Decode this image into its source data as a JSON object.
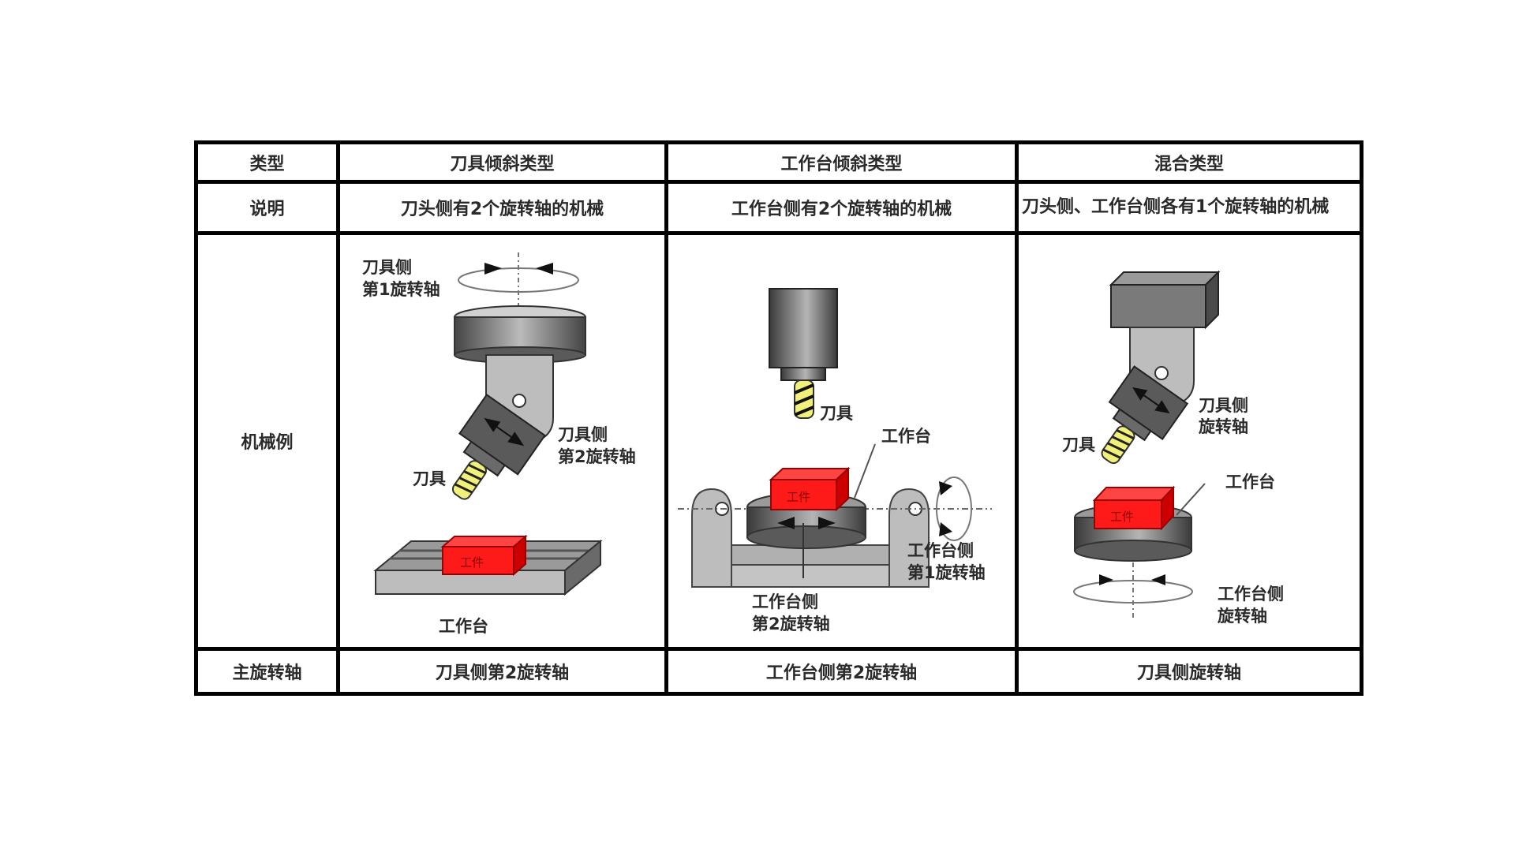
{
  "table": {
    "header": {
      "row_label": "类型",
      "columns": [
        "刀具倾斜类型",
        "工作台倾斜类型",
        "混合类型"
      ]
    },
    "description": {
      "row_label": "说明",
      "values": [
        "刀头侧有2个旋转轴的机械",
        "工作台侧有2个旋转轴的机械",
        "刀头侧、工作台侧各有1个旋转轴的机械"
      ]
    },
    "example": {
      "row_label": "机械例",
      "figures": [
        {
          "name": "tool-tilt",
          "labels": {
            "axis1": [
              "刀具侧",
              "第1旋转轴"
            ],
            "axis2": [
              "刀具侧",
              "第2旋转轴"
            ],
            "tool": "刀具",
            "workpiece": "工件",
            "table": "工作台"
          }
        },
        {
          "name": "table-tilt",
          "labels": {
            "tool": "刀具",
            "table": "工作台",
            "workpiece": "工件",
            "axis1": [
              "工作台侧",
              "第1旋转轴"
            ],
            "axis2": [
              "工作台侧",
              "第2旋转轴"
            ]
          }
        },
        {
          "name": "hybrid",
          "labels": {
            "tool_axis": [
              "刀具侧",
              "旋转轴"
            ],
            "tool": "刀具",
            "table": "工作台",
            "workpiece": "工件",
            "table_axis": [
              "工作台侧",
              "旋转轴"
            ]
          }
        }
      ]
    },
    "main_axis": {
      "row_label": "主旋转轴",
      "values": [
        "刀具侧第2旋转轴",
        "工作台侧第2旋转轴",
        "刀具侧旋转轴"
      ]
    }
  },
  "colors": {
    "border": "#000000",
    "workpiece": "#ff1a1a",
    "tool_stripe": "#f0f07a",
    "metal_dark": "#4a4a4a",
    "metal_light": "#bdbdbd"
  }
}
